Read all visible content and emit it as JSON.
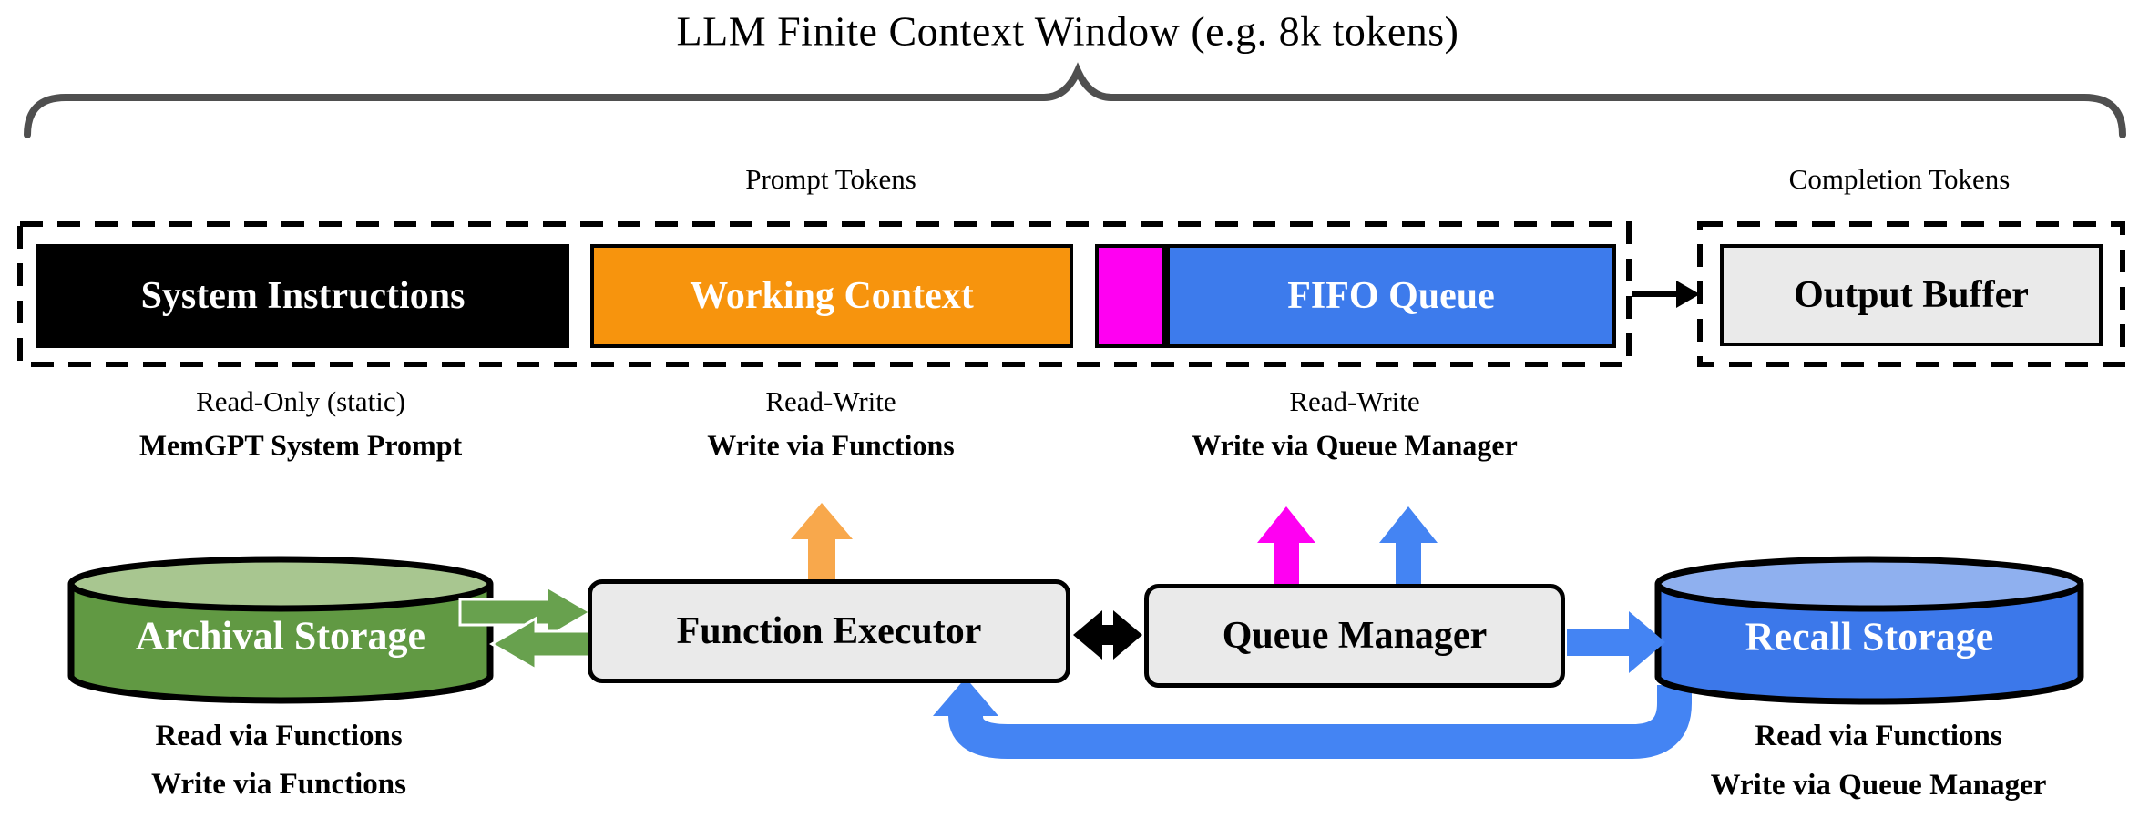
{
  "title": "LLM Finite Context Window (e.g. 8k tokens)",
  "sections": {
    "prompt_tokens": "Prompt Tokens",
    "completion_tokens": "Completion Tokens"
  },
  "context_window": {
    "system_instructions": "System Instructions",
    "working_context": "Working Context",
    "fifo_queue": "FIFO Queue",
    "output_buffer": "Output Buffer"
  },
  "annotations": {
    "system_instructions": {
      "line1": "Read-Only (static)",
      "line2": "MemGPT System Prompt"
    },
    "working_context": {
      "line1": "Read-Write",
      "line2": "Write via Functions"
    },
    "fifo_queue": {
      "line1": "Read-Write",
      "line2": "Write via Queue Manager"
    }
  },
  "components": {
    "archival_storage": "Archival Storage",
    "function_executor": "Function Executor",
    "queue_manager": "Queue Manager",
    "recall_storage": "Recall Storage"
  },
  "storage_notes": {
    "archival": {
      "line1": "Read via Functions",
      "line2": "Write via Functions"
    },
    "recall": {
      "line1": "Read via Functions",
      "line2": "Write via Queue Manager"
    }
  },
  "colors": {
    "system_box": "#000000",
    "working_box": "#F7940D",
    "fifo_box": "#3D7BEC",
    "flush_marker": "#FF00F2",
    "output_buffer_box": "#EAEAEA",
    "orange_arrow": "#F8A84C",
    "magenta_arrow": "#FF00F2",
    "blue_arrow": "#4484F3",
    "green_arrow": "#68A14E",
    "archival_body": "#619943",
    "archival_top": "#A8C690",
    "recall_body": "#3C78EA",
    "recall_top": "#8FB0EF",
    "brace": "#4F4F4F"
  }
}
